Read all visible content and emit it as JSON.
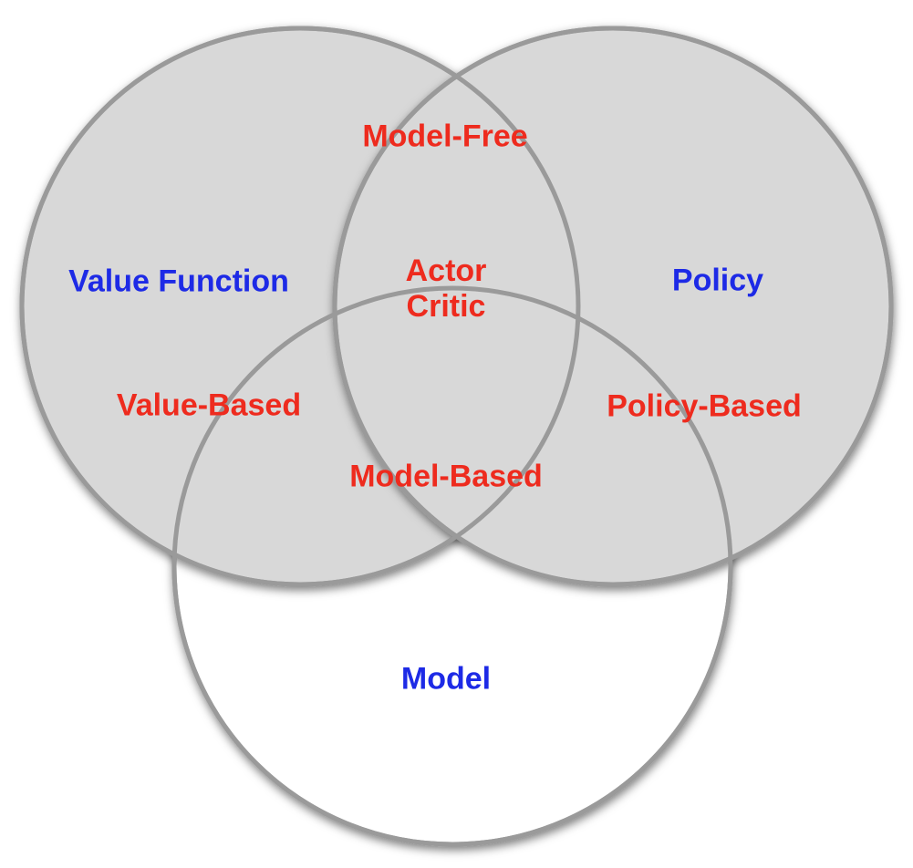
{
  "diagram": {
    "type": "venn",
    "description": "Three-circle Venn diagram of reinforcement learning approaches",
    "sets": [
      "Value Function",
      "Policy",
      "Model"
    ],
    "palette": {
      "red": "#ee2b1e",
      "blue": "#1d2ae6",
      "circle_fill": "#d8d8d8",
      "circle_stroke": "#9a9a9a",
      "background": "#ffffff"
    },
    "labels": {
      "model_free": {
        "text": "Model-Free",
        "color": "red"
      },
      "value_function": {
        "text": "Value Function",
        "color": "blue"
      },
      "policy": {
        "text": "Policy",
        "color": "blue"
      },
      "actor_critic": {
        "line1": "Actor",
        "line2": "Critic",
        "color": "red"
      },
      "value_based": {
        "text": "Value-Based",
        "color": "red"
      },
      "policy_based": {
        "text": "Policy-Based",
        "color": "red"
      },
      "model_based": {
        "text": "Model-Based",
        "color": "red"
      },
      "model": {
        "text": "Model",
        "color": "blue"
      }
    }
  }
}
